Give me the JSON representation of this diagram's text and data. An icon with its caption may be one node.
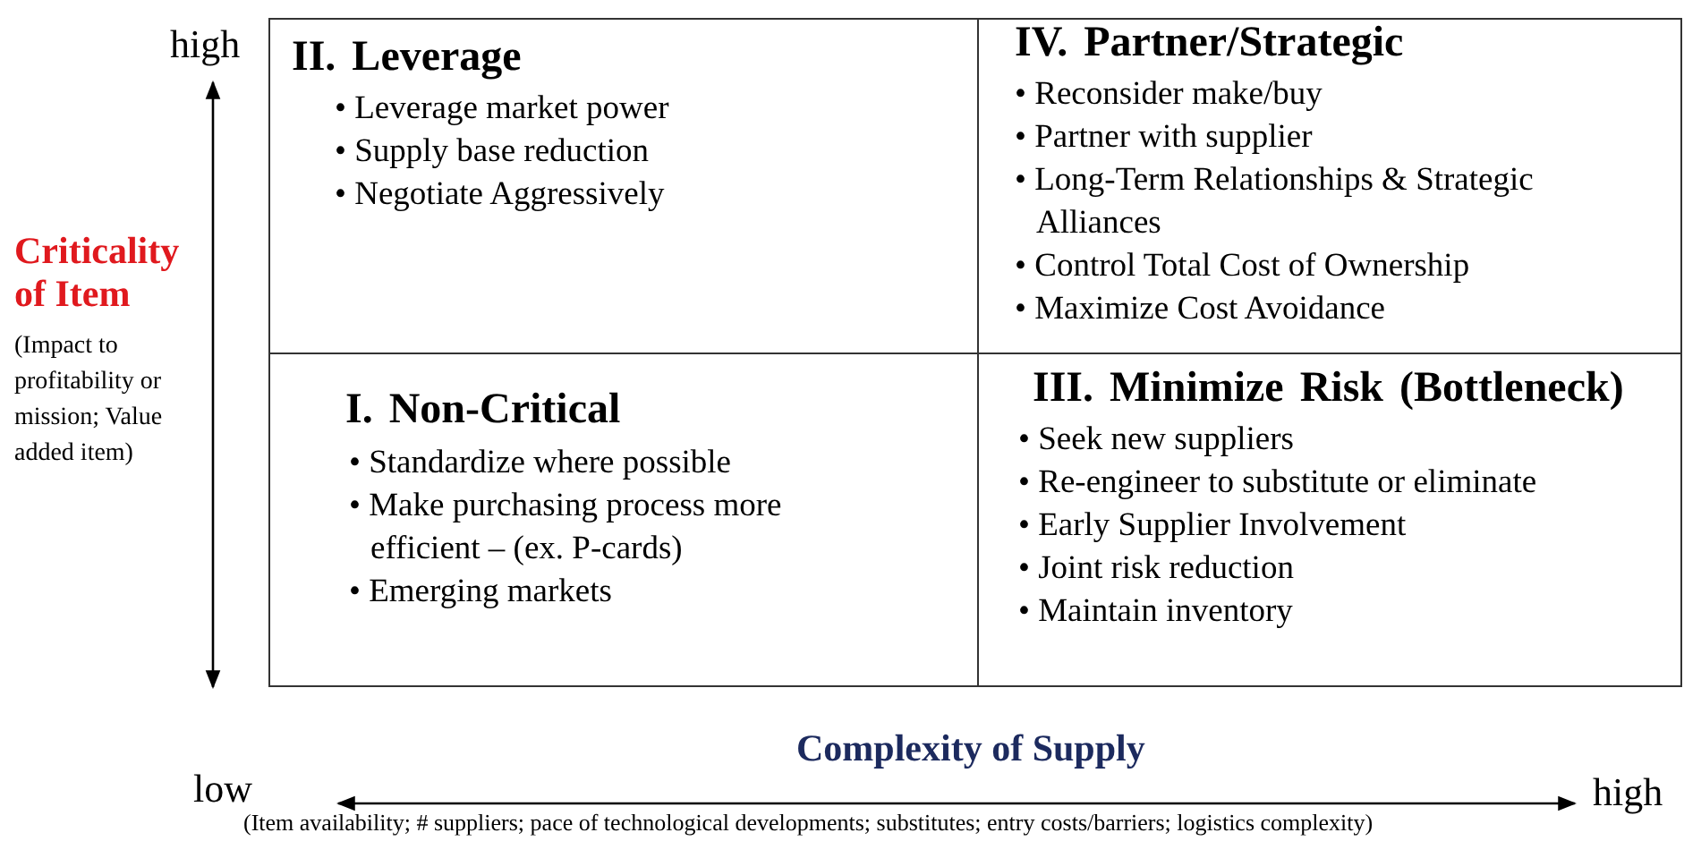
{
  "diagram": {
    "nodes": [
      {
        "text": [
          "II.  Leverage",
          "• Leverage market power",
          "• Supply base reduction",
          "• Negotiate Aggressively"
        ]
      },
      {
        "text": [
          "IV.  Partner/Strategic",
          "• Reconsider make/buy",
          "• Partner with supplier",
          "• Long-Term Relationships & Strategic Alliances",
          "• Control Total Cost of Ownership",
          "• Maximize Cost Avoidance"
        ]
      },
      {
        "text": [
          "I.  Non-Critical",
          "• Standardize where possible",
          "• Make purchasing process more efficient – (ex. P-cards)",
          "• Emerging markets"
        ]
      },
      {
        "text": [
          "III. Minimize Risk (Bottleneck)",
          "• Seek new suppliers",
          "• Re-engineer to substitute or eliminate",
          "• Early Supplier Involvement",
          "• Joint risk reduction",
          "• Maintain inventory"
        ]
      }
    ],
    "edges": [],
    "labels": [
      "high",
      "Criticality of Item",
      "(Impact to profitability or mission; Value added item)",
      "Complexity of Supply",
      "low",
      "high",
      "(Item availability; # suppliers; pace of technological developments; substitutes; entry costs/barriers; logistics complexity)"
    ]
  }
}
